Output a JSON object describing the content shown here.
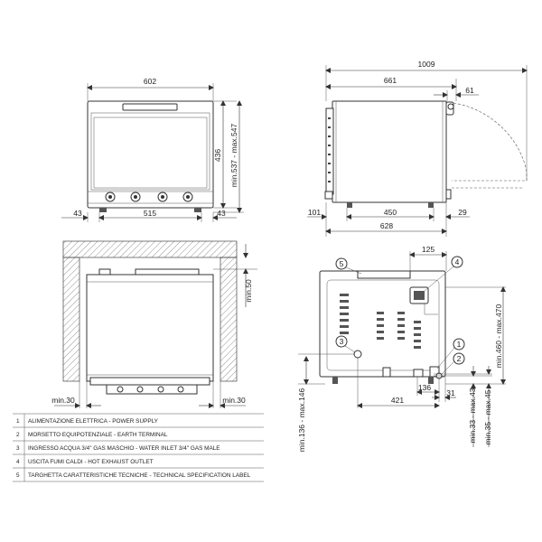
{
  "dimensions": {
    "front_width": "602",
    "front_side_left": "43",
    "front_inner": "515",
    "front_side_right": "43",
    "front_height": "436",
    "front_height_feet": "min.537 - max.547",
    "side_total": "1009",
    "side_depth": "661",
    "side_handle": "61",
    "side_back": "101",
    "side_feet": "450",
    "side_front": "29",
    "side_overall": "628",
    "niche_top": "min.50",
    "niche_left": "min.30",
    "niche_right": "min.30",
    "back_label_pos": "125",
    "back_bottom_421": "421",
    "back_bottom_136": "136",
    "back_bottom_31": "31",
    "back_left_height": "min.136 - max.146",
    "back_right_height": "min.460 - max.470",
    "back_feet_a": "min.33 - max.43",
    "back_feet_b": "min.35 - max.45"
  },
  "callouts": [
    "1",
    "2",
    "3",
    "4",
    "5"
  ],
  "legend": [
    {
      "num": "1",
      "text": "ALIMENTAZIONE ELETTRICA - POWER SUPPLY"
    },
    {
      "num": "2",
      "text": "MORSETTO EQUIPOTENZIALE - EARTH TERMINAL"
    },
    {
      "num": "3",
      "text": "INGRESSO ACQUA 3/4\" GAS MASCHIO - WATER INLET 3/4\" GAS MALE"
    },
    {
      "num": "4",
      "text": "USCITA FUMI CALDI - HOT EXHAUST OUTLET"
    },
    {
      "num": "5",
      "text": "TARGHETTA CARATTERISTICHE TECNICHE - TECHNICAL SPECIFICATION LABEL"
    }
  ]
}
